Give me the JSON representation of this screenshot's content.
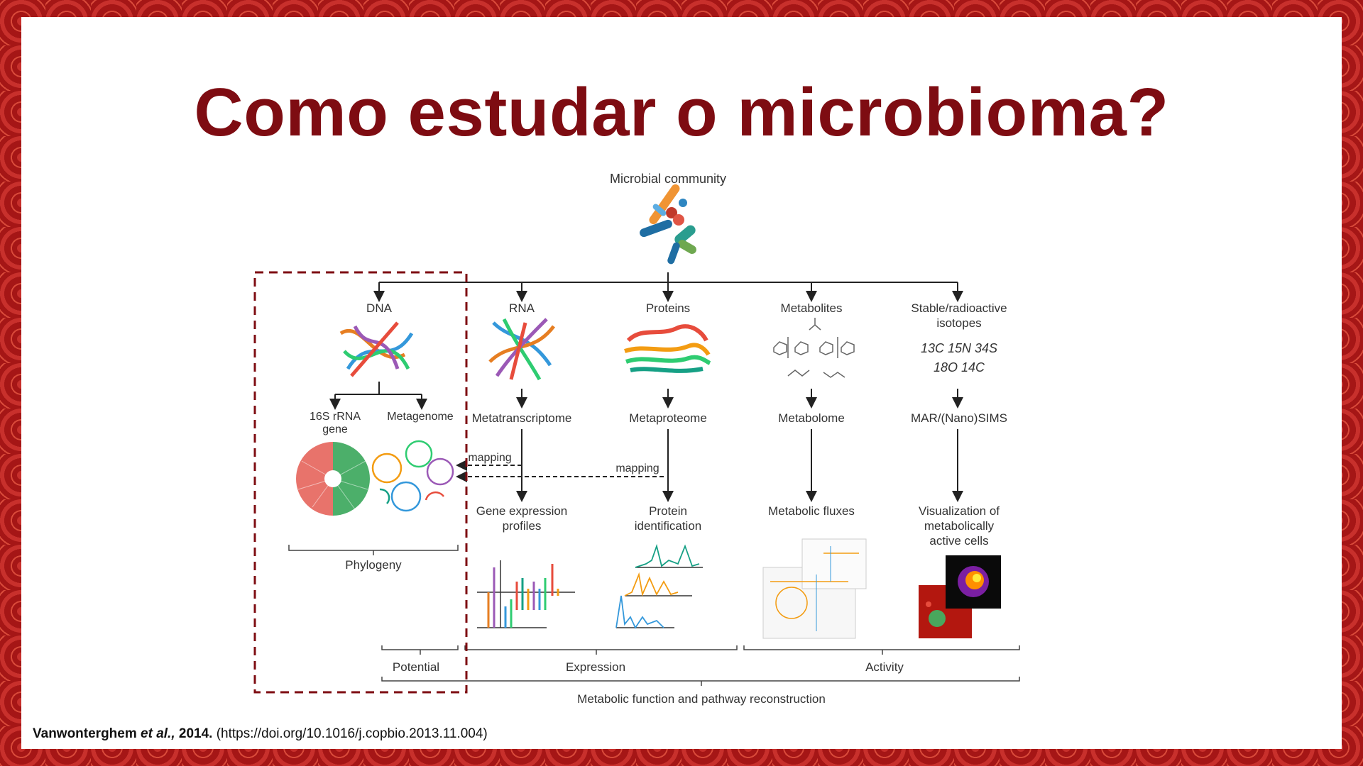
{
  "slide": {
    "title": "Como estudar o microbioma?",
    "citation": {
      "author": "Vanwonterghem",
      "etal": "et al.,",
      "year": "2014.",
      "doi": "(https://doi.org/10.1016/j.copbio.2013.11.004)"
    },
    "colors": {
      "title": "#7e0c12",
      "border": "#b01c1c",
      "highlight_box": "#7e0c12"
    }
  },
  "diagram": {
    "root": "Microbial community",
    "columns": [
      {
        "label": "DNA",
        "icon": "dna-helix-icon"
      },
      {
        "label": "RNA",
        "icon": "rna-strands-icon"
      },
      {
        "label": "Proteins",
        "icon": "protein-structure-icon"
      },
      {
        "label": "Metabolites",
        "icon": "metabolite-structures-icon"
      },
      {
        "label": "Stable/radioactive",
        "label2": "isotopes",
        "iso1": "13C 15N 34S",
        "iso2": "18O 14C"
      }
    ],
    "dna_sub": {
      "rrna_line1": "16S rRNA",
      "rrna_line2": "gene",
      "metagenome": "Metagenome"
    },
    "methods": {
      "rna": "Metatranscriptome",
      "protein": "Metaproteome",
      "metab": "Metabolome",
      "iso": "MAR/(Nano)SIMS"
    },
    "mapping": "mapping",
    "outputs": {
      "gene_line1": "Gene expression",
      "gene_line2": "profiles",
      "prot_line1": "Protein",
      "prot_line2": "identification",
      "flux": "Metabolic fluxes",
      "vis_line1": "Visualization of",
      "vis_line2": "metabolically",
      "vis_line3": "active cells"
    },
    "phylogeny": "Phylogeny",
    "potential": "Potential",
    "expression": "Expression",
    "activity": "Activity",
    "bottom": "Metabolic function and pathway reconstruction"
  }
}
